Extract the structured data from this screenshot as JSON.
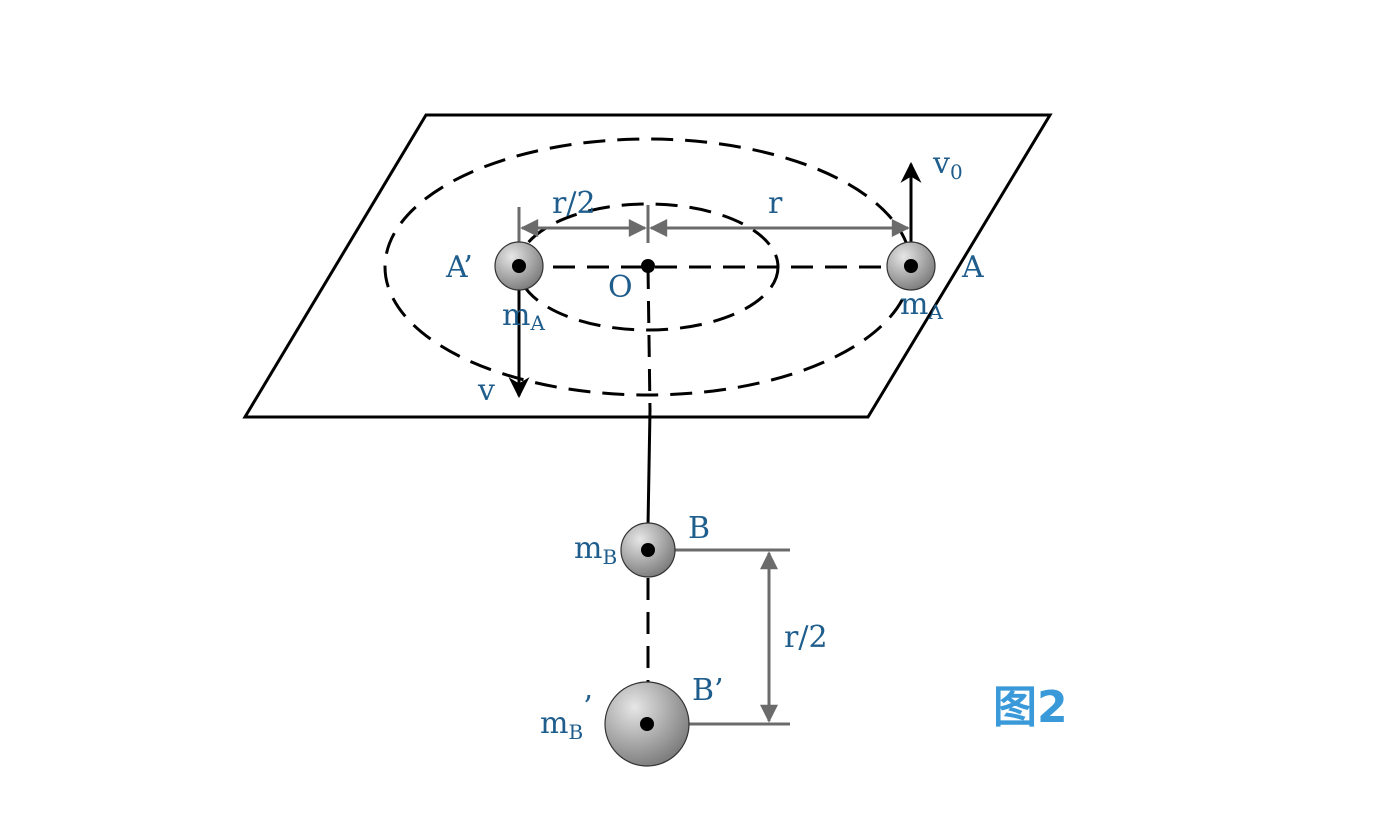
{
  "labels": {
    "r_half_top": "r/2",
    "r_top": "r",
    "v0": "v",
    "v0_sub": "0",
    "A_prime": "A’",
    "O": "O",
    "A": "A",
    "mA_left": "m",
    "mA_left_sub": "A",
    "mA_right": "m",
    "mA_right_sub": "A",
    "v": "v",
    "mB": "m",
    "mB_sub": "B",
    "B": "B",
    "r_half_right": "r/2",
    "mB_prime": "m",
    "mB_prime_sub": "B",
    "mB_prime_mark": "’",
    "B_prime": "B’",
    "figure_caption": "图2"
  },
  "colors": {
    "label_text": "#1f5d8c",
    "caption": "#3a9ad9",
    "dimension_lines": "#6b6b6b",
    "ball_gradient_light": "#e6e6e6",
    "ball_gradient_dark": "#7a7a7a"
  }
}
